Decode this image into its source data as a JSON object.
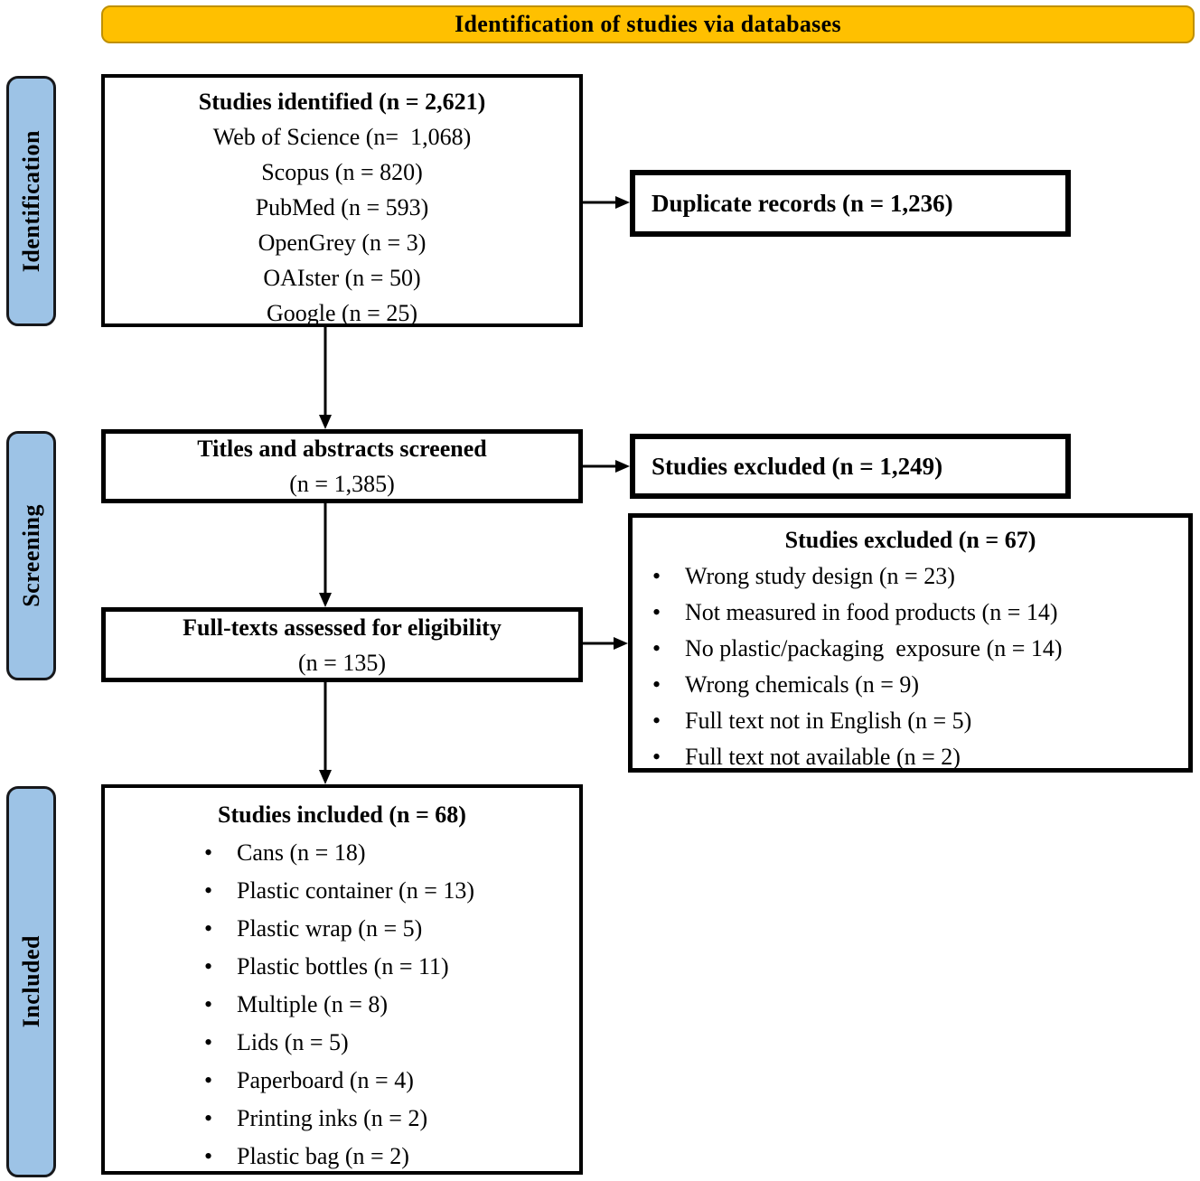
{
  "header": {
    "title": "Identification of studies via databases"
  },
  "colors": {
    "header_bg": "#FFC000",
    "header_border": "#BF9000",
    "stage_bg": "#9DC3E6",
    "stage_border": "#17181B",
    "box_border": "#000000"
  },
  "stages": [
    {
      "label": "Identification"
    },
    {
      "label": "Screening"
    },
    {
      "label": "Included"
    }
  ],
  "boxes": {
    "identified": {
      "title": "Studies identified (n = 2,621)",
      "lines": [
        "Web of Science (n=  1,068)",
        "Scopus (n = 820)",
        "PubMed (n = 593)",
        "OpenGrey (n = 3)",
        "OAIster (n = 50)",
        "Google (n = 25)"
      ]
    },
    "duplicates": {
      "title": "Duplicate records (n = 1,236)"
    },
    "screened": {
      "title": "Titles and abstracts screened",
      "subtitle": "(n = 1,385)"
    },
    "excluded_screening": {
      "title": "Studies excluded (n = 1,249)"
    },
    "excluded_fulltext": {
      "title": "Studies excluded (n = 67)",
      "bullets": [
        "Wrong study design (n = 23)",
        "Not measured in food products (n = 14)",
        "No plastic/packaging  exposure (n = 14)",
        "Wrong chemicals (n = 9)",
        "Full text not in English (n = 5)",
        "Full text not available (n = 2)"
      ]
    },
    "fulltext": {
      "title": "Full-texts assessed for eligibility",
      "subtitle": "(n = 135)"
    },
    "included": {
      "title": "Studies included (n = 68)",
      "bullets": [
        "Cans (n = 18)",
        "Plastic container (n = 13)",
        "Plastic wrap (n = 5)",
        "Plastic bottles (n = 11)",
        "Multiple (n = 8)",
        "Lids (n = 5)",
        "Paperboard (n = 4)",
        "Printing inks (n = 2)",
        "Plastic bag (n = 2)"
      ]
    }
  }
}
